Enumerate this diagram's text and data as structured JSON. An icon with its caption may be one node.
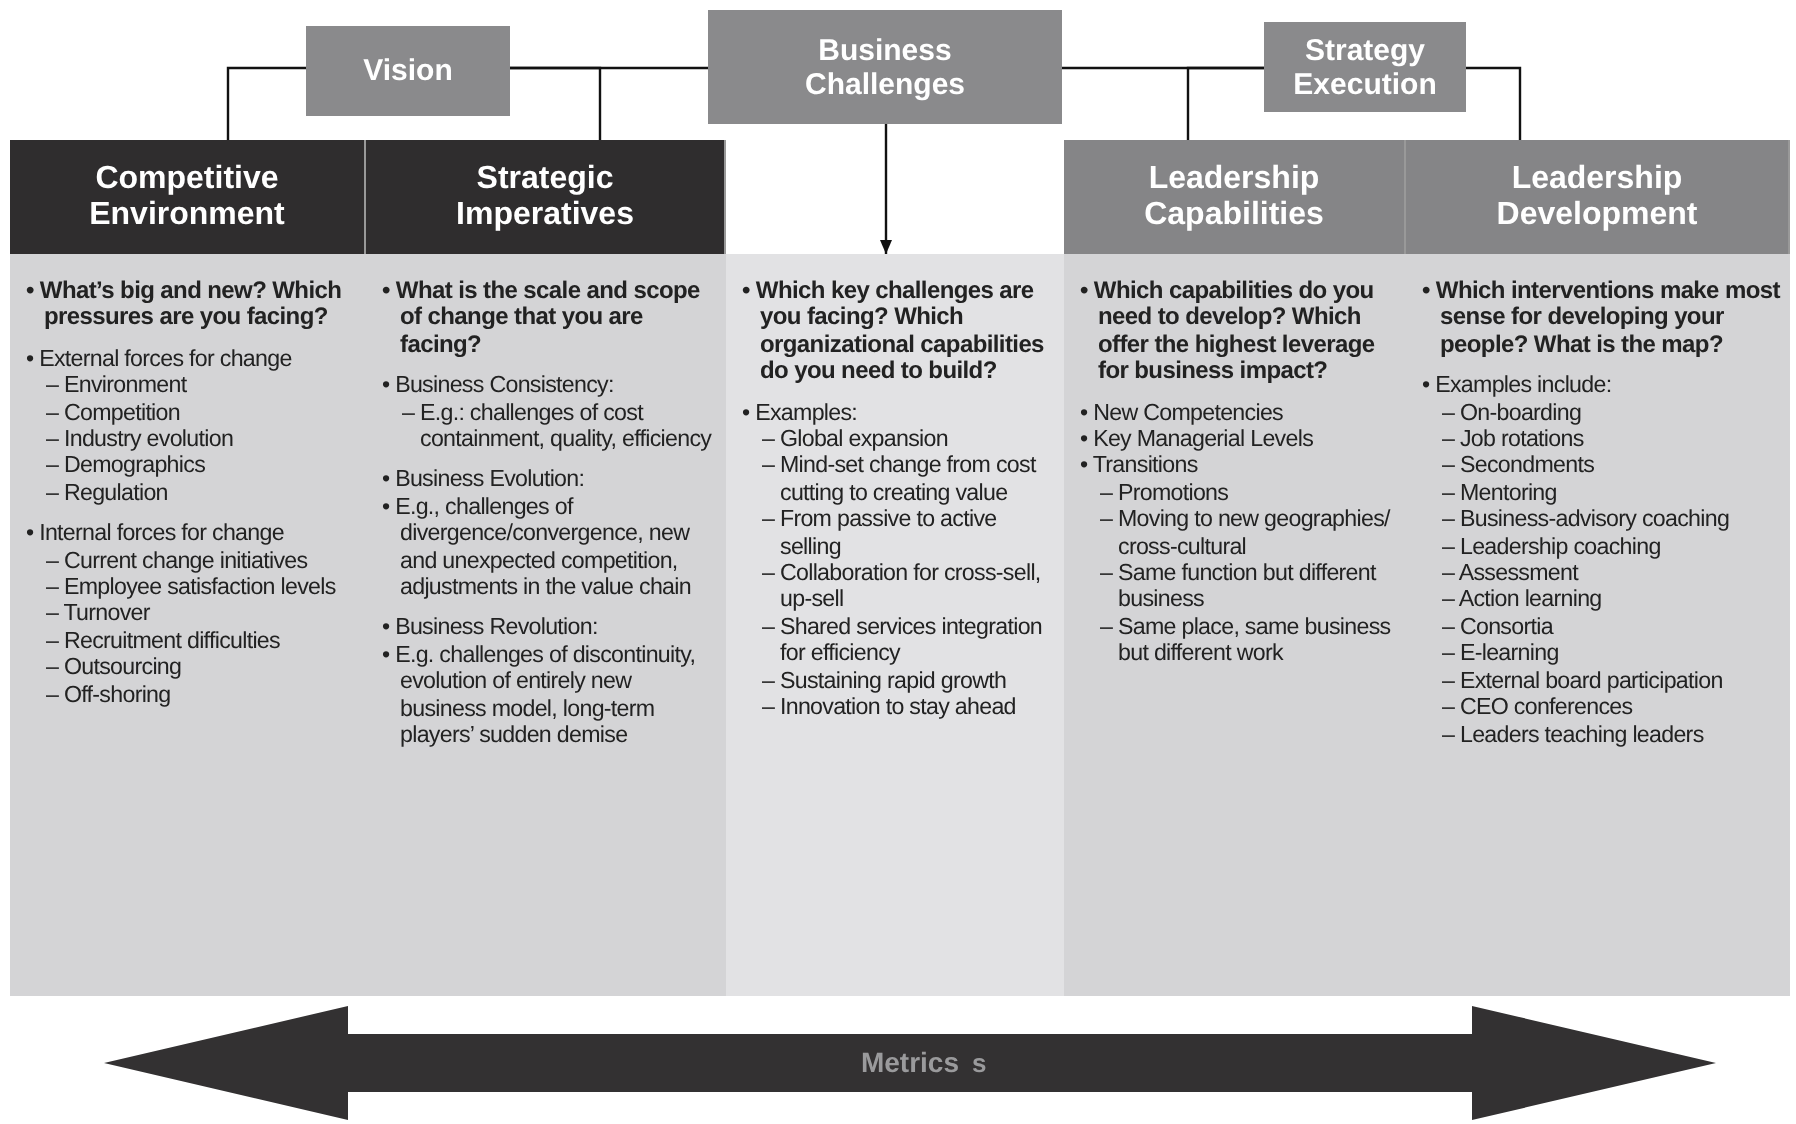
{
  "diagram": {
    "nodes": [
      {
        "text": [
          "Vision"
        ]
      },
      {
        "text": [
          "Business Challenges"
        ]
      },
      {
        "text": [
          "Strategy Execution"
        ]
      },
      {
        "text": [
          "Competitive Environment",
          "• What’s big and new? Which pressures are you facing?",
          "• External forces for change",
          "– Environment",
          "– Competition",
          "– Industry evolution",
          "– Demographics",
          "– Regulation",
          "• Internal forces for change",
          "– Current change initiatives",
          "– Employee satisfaction levels",
          "– Turnover",
          "– Recruitment difficulties",
          "– Outsourcing",
          "– Off-shoring"
        ]
      },
      {
        "text": [
          "Strategic Imperatives",
          "• What is the scale and scope of change that you are facing?",
          "• Business Consistency:",
          "– E.g.: challenges of cost containment, quality, efficiency",
          "• Business Evolution:",
          "• E.g., challenges of divergence/convergence, new and unexpected competition, adjustments in the value chain",
          "• Business Revolution:",
          "• E.g. challenges of discontinuity, evolution of entirely new business model, long-term players’ sudden demise"
        ]
      },
      {
        "text": [
          "• Which key challenges are you facing? Which organizational capabilities do you need to build?",
          "• Examples:",
          "– Global expansion",
          "– Mind-set change from cost cutting to creating value",
          "– From passive to active selling",
          "– Collaboration for cross-sell, up-sell",
          "– Shared services integration for efficiency",
          "– Sustaining rapid growth",
          "– Innovation to stay ahead"
        ]
      },
      {
        "text": [
          "Leadership Capabilities",
          "• Which capabilities do you need to develop? Which offer the highest leverage for business impact?",
          "• New Competencies",
          "• Key Managerial Levels",
          "• Transitions",
          "– Promotions",
          "– Moving to new geographies/ cross-cultural",
          "– Same function but different business",
          "– Same place, same business but different work"
        ]
      },
      {
        "text": [
          "Leadership Development",
          "• Which interventions make most sense for developing your people? What is the map?",
          "• Examples include:",
          "– On-boarding",
          "– Job rotations",
          "– Secondments",
          "– Mentoring",
          "– Business-advisory coaching",
          "– Leadership coaching",
          "– Assessment",
          "– Action learning",
          "– Consortia",
          "– E-learning",
          "– External board participation",
          "– CEO conferences",
          "– Leaders teaching leaders"
        ]
      },
      {
        "text": [
          "Metrics"
        ]
      }
    ],
    "edges": [
      {
        "from": 0,
        "to": 3,
        "arrow": "none"
      },
      {
        "from": 0,
        "to": 4,
        "arrow": "none"
      },
      {
        "from": 0,
        "to": 1,
        "arrow": "none"
      },
      {
        "from": 1,
        "to": 2,
        "arrow": "none"
      },
      {
        "from": 2,
        "to": 6,
        "arrow": "none"
      },
      {
        "from": 2,
        "to": 7,
        "arrow": "none"
      },
      {
        "from": 1,
        "to": 5,
        "arrow": "to"
      }
    ],
    "labels": [
      "s"
    ]
  }
}
